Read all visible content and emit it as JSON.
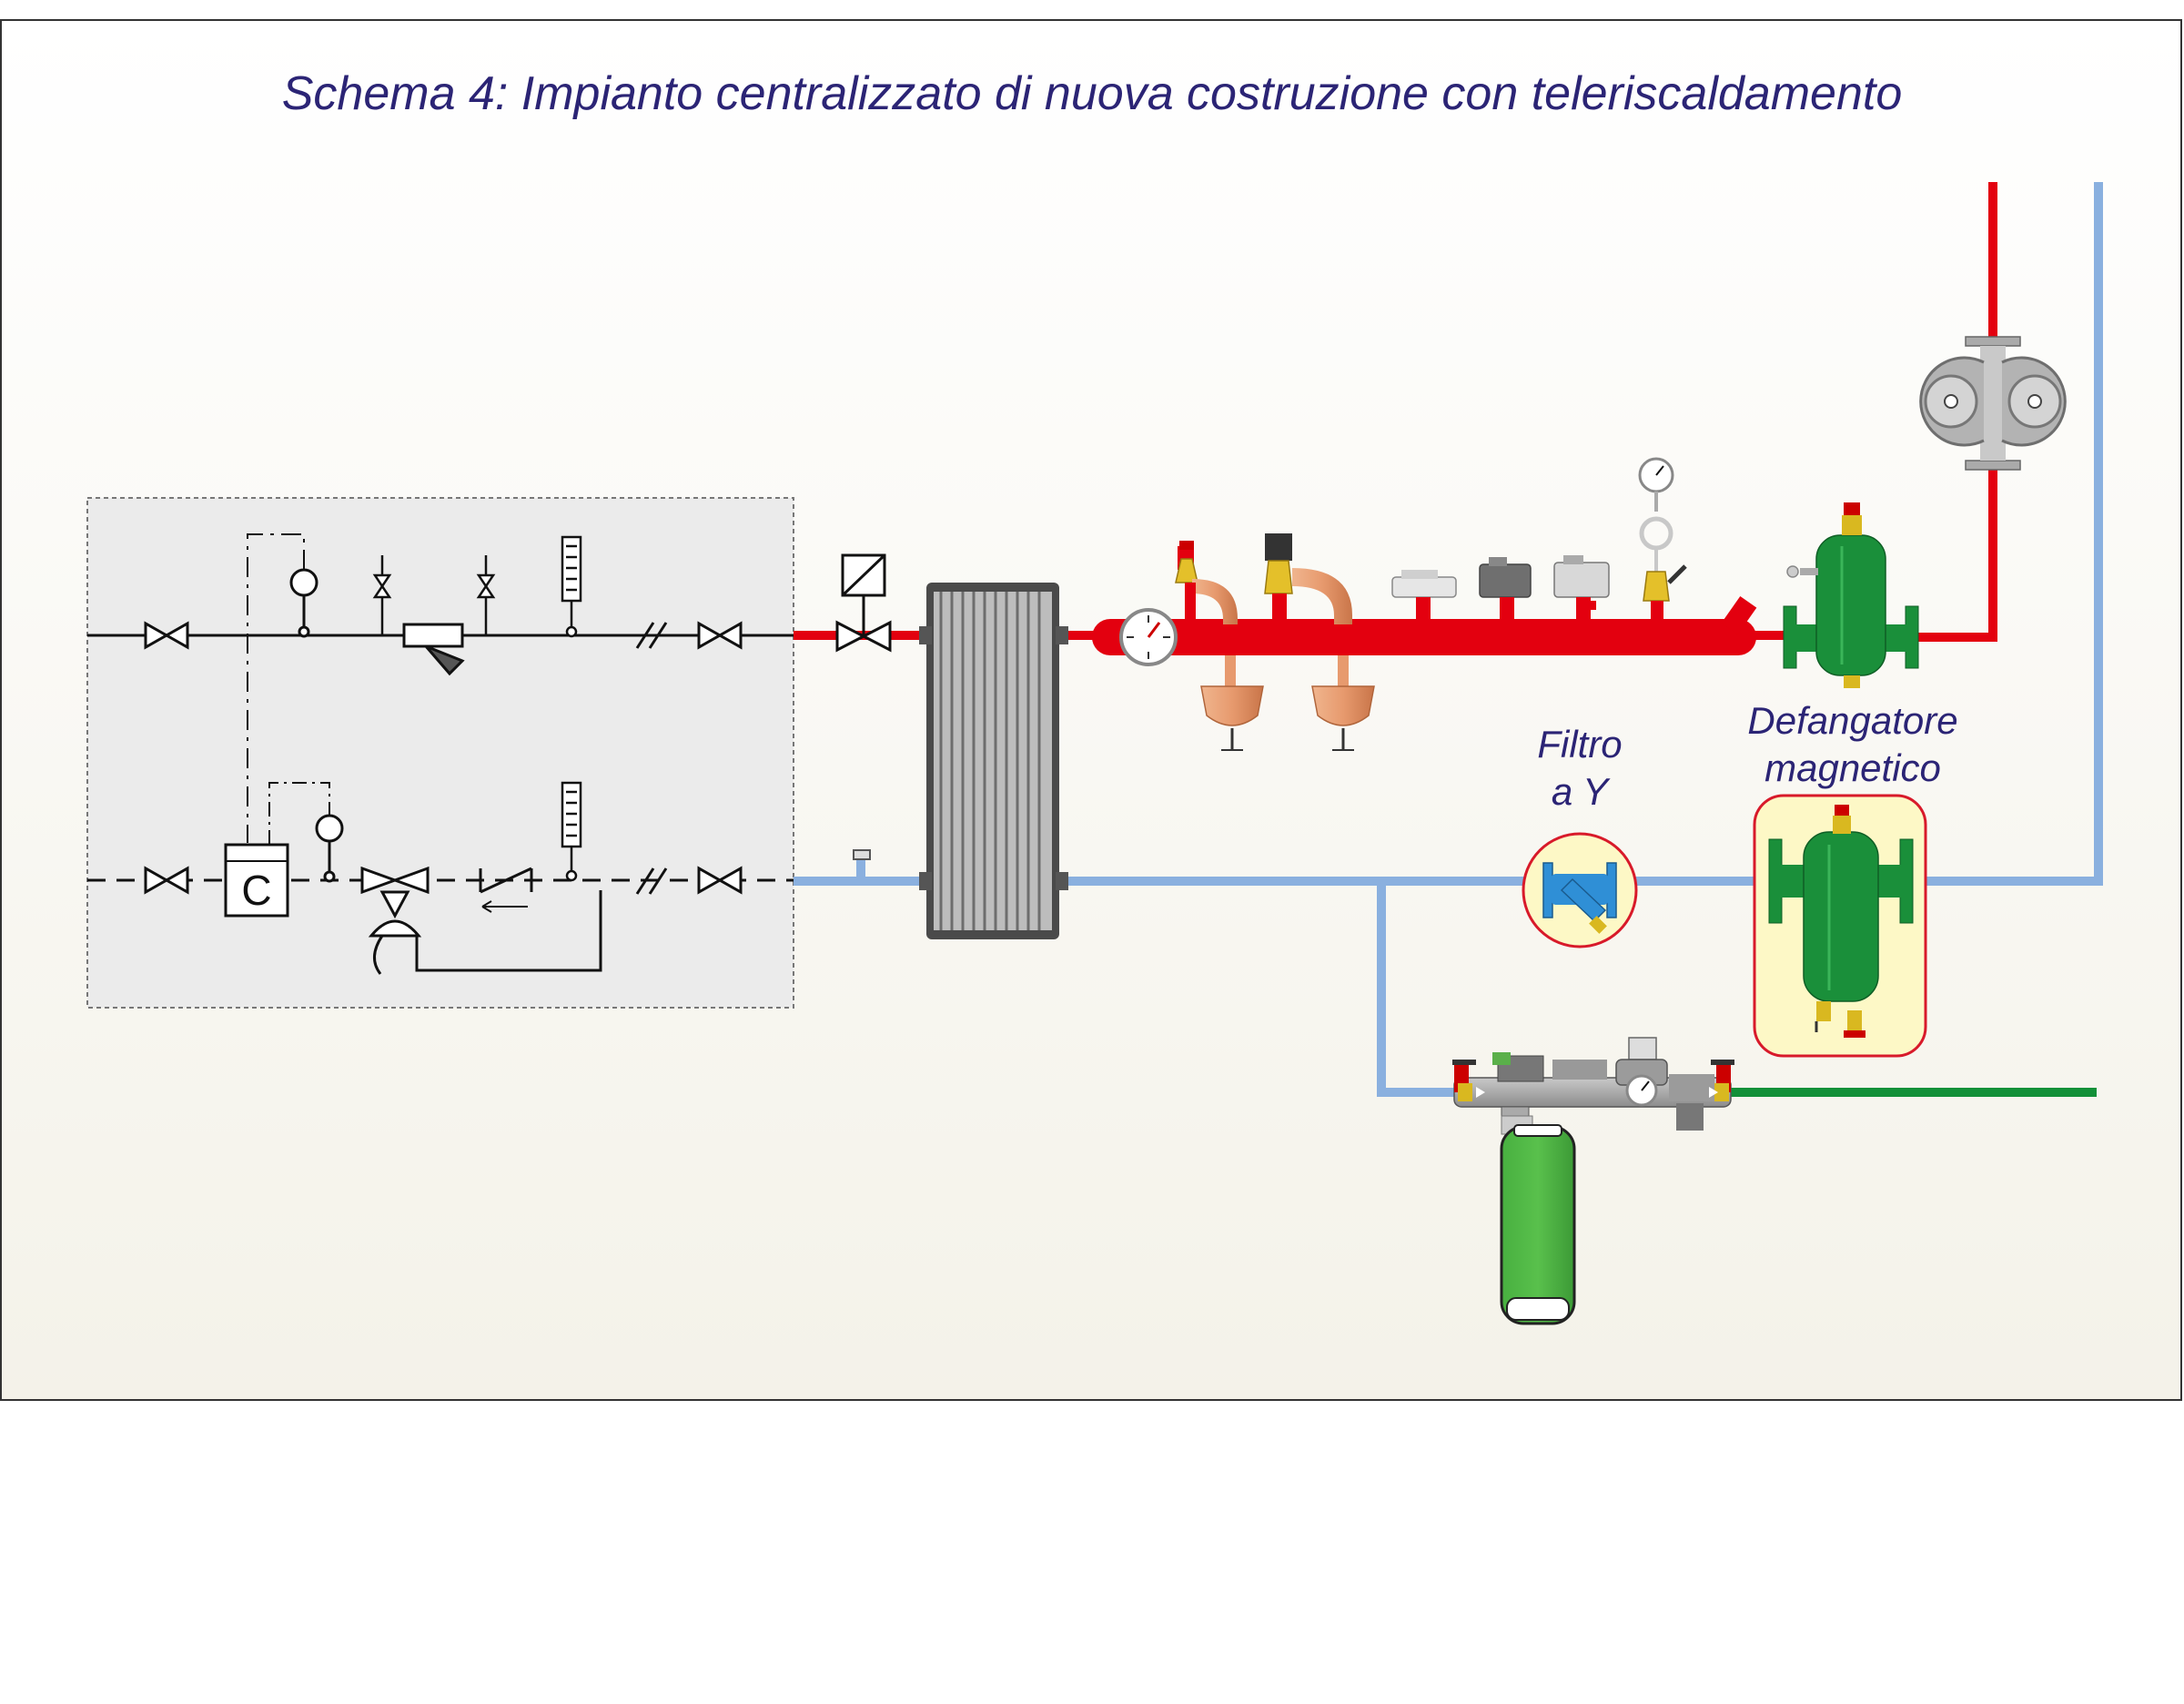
{
  "title": "Schema 4: Impianto centralizzato di nuova costruzione con teleriscaldamento",
  "labels": {
    "filtro_line1": "Filtro",
    "filtro_line2": "a Y",
    "defangatore_line1": "Defangatore",
    "defangatore_line2": "magnetico",
    "counter_letter": "C"
  },
  "colors": {
    "hot_pipe": "#e3000f",
    "cold_pipe": "#8ab0df",
    "fill_pipe": "#129038",
    "title_text": "#2b2475",
    "highlight_fill": "#fdf8c6",
    "highlight_stroke": "#d81a2a",
    "separator_green": "#1a8f3a",
    "filter_blue": "#2f8fd6"
  },
  "icons": [
    "motorized-valve-icon",
    "heat-exchanger-icon",
    "manifold-icon",
    "safety-valve-icon",
    "thermometer-icon",
    "pressure-gauge-icon",
    "expansion-vessel-icon",
    "twin-pump-icon",
    "dirt-separator-icon",
    "y-strainer-icon",
    "filling-unit-icon",
    "treatment-cartridge-icon",
    "gate-valve-icon",
    "flow-meter-icon",
    "heat-meter-icon"
  ]
}
